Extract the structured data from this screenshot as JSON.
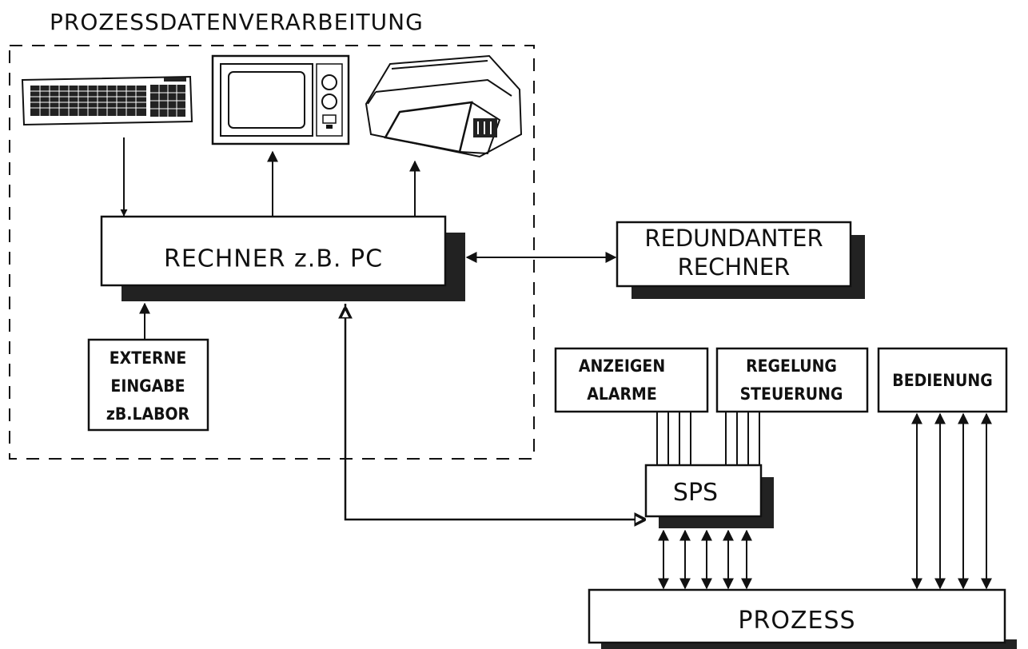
{
  "title": "PROZESSDATENVERARBEITUNG",
  "nodes": {
    "rechner": "RECHNER z.B. PC",
    "redundant_line1": "REDUNDANTER",
    "redundant_line2": "RECHNER",
    "externe_line1": "EXTERNE",
    "externe_line2": "EINGABE",
    "externe_line3": "zB.LABOR",
    "anzeigen_line1": "ANZEIGEN",
    "anzeigen_line2": "ALARME",
    "regelung_line1": "REGELUNG",
    "regelung_line2": "STEUERUNG",
    "bedienung": "BEDIENUNG",
    "sps": "SPS",
    "prozess": "PROZESS"
  },
  "devices": [
    "keyboard-icon",
    "monitor-icon",
    "printer-icon"
  ],
  "colors": {
    "ink": "#111111",
    "shadow": "#222222",
    "background": "#ffffff"
  }
}
